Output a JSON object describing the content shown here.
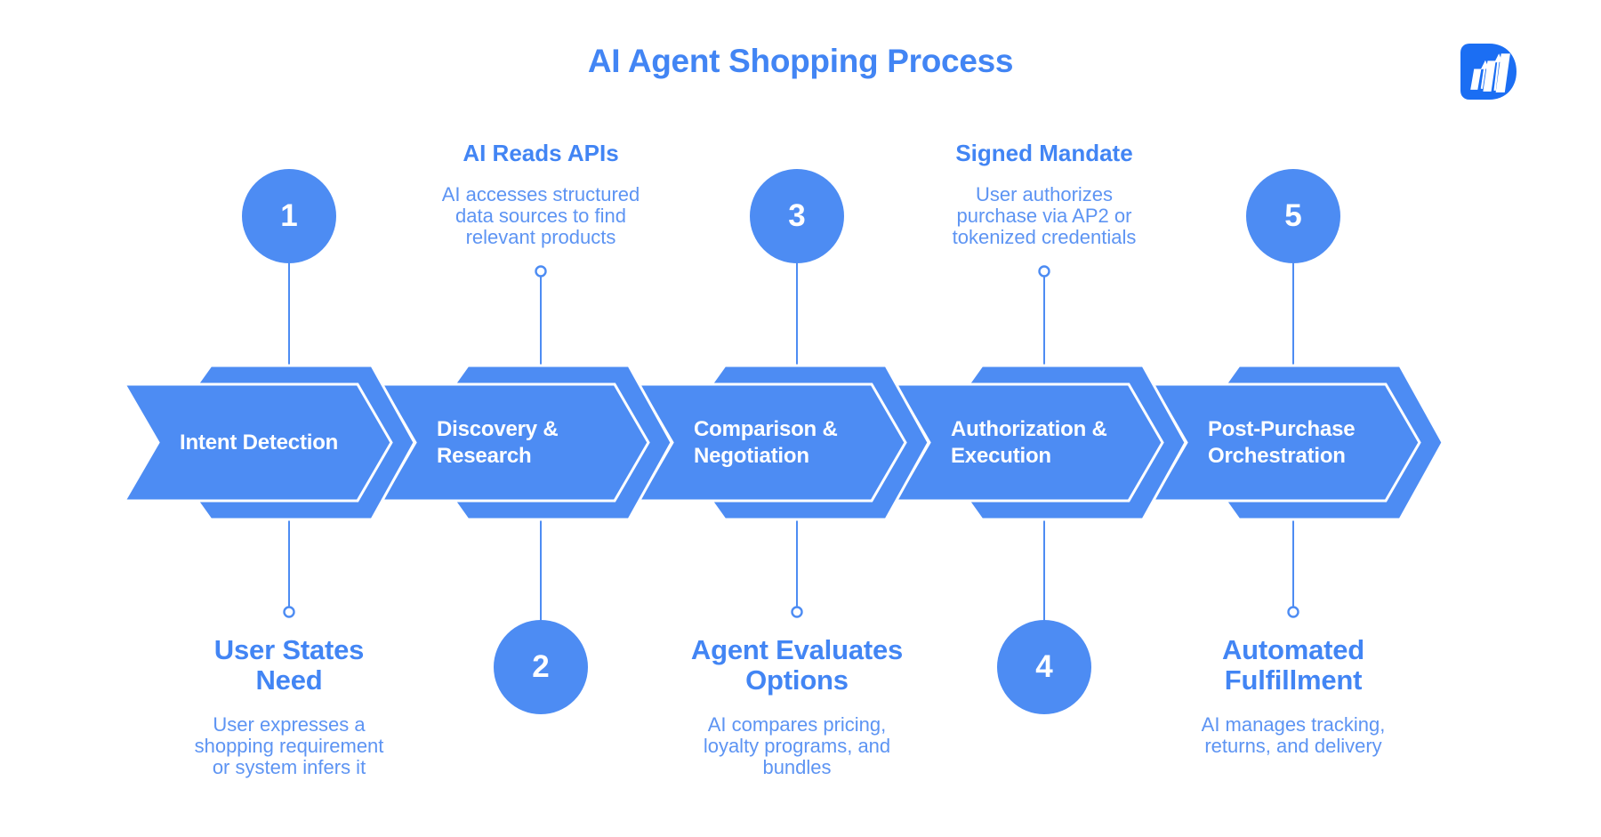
{
  "title": "AI Agent Shopping Process",
  "colors": {
    "shape_blue": "#4d8cf3",
    "heading_blue": "#4285f4",
    "body_blue": "#5d94f3",
    "label_white": "#ffffff",
    "logo_blue": "#1b6ef3"
  },
  "logo": {
    "name": "bar-chart-growth-logo"
  },
  "steps": [
    {
      "number": "1",
      "label_lines": [
        "Intent Detection"
      ],
      "callout_position": "bottom",
      "heading_lines": [
        "User States",
        "Need"
      ],
      "body_lines": [
        "User expresses a",
        "shopping requirement",
        "or system infers it"
      ]
    },
    {
      "number": "2",
      "label_lines": [
        "Discovery &",
        "Research"
      ],
      "callout_position": "top",
      "heading_lines": [
        "AI Reads APIs"
      ],
      "body_lines": [
        "AI accesses structured",
        "data sources to find",
        "relevant products"
      ]
    },
    {
      "number": "3",
      "label_lines": [
        "Comparison &",
        "Negotiation"
      ],
      "callout_position": "bottom",
      "heading_lines": [
        "Agent Evaluates",
        "Options"
      ],
      "body_lines": [
        "AI compares pricing,",
        "loyalty programs, and",
        "bundles"
      ]
    },
    {
      "number": "4",
      "label_lines": [
        "Authorization &",
        "Execution"
      ],
      "callout_position": "top",
      "heading_lines": [
        "Signed Mandate"
      ],
      "body_lines": [
        "User authorizes",
        "purchase via AP2 or",
        "tokenized credentials"
      ]
    },
    {
      "number": "5",
      "label_lines": [
        "Post-Purchase",
        "Orchestration"
      ],
      "callout_position": "bottom",
      "heading_lines": [
        "Automated",
        "Fulfillment"
      ],
      "body_lines": [
        "AI manages tracking,",
        "returns, and delivery"
      ]
    }
  ]
}
